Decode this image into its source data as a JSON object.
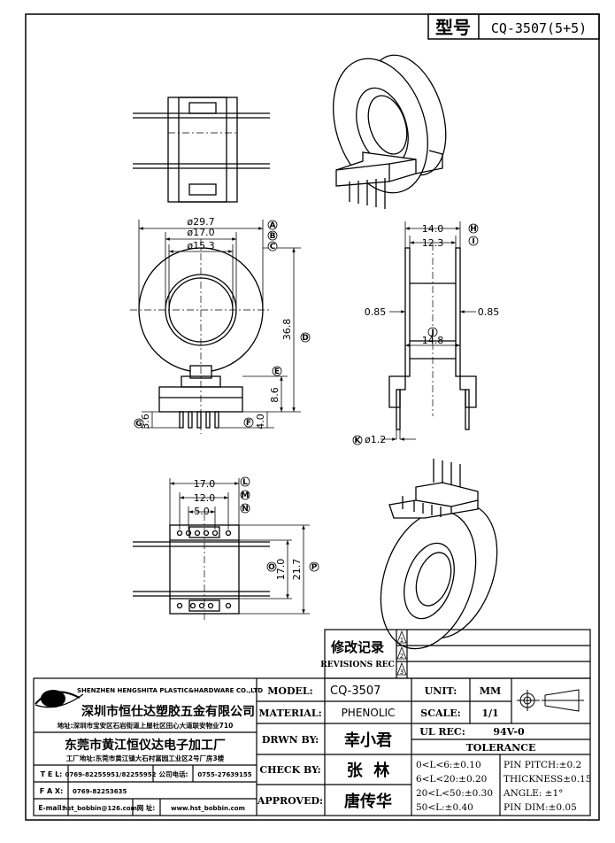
{
  "title_block": {
    "type_label": "型号",
    "type_value": "CQ-3507(5+5)"
  },
  "revisions": {
    "title_cn": "修改记录",
    "title_en": "REVISIONS REC",
    "marks": [
      "1",
      "2",
      "3"
    ]
  },
  "company1": {
    "name_en": "SHENZHEN HENGSHITA PLASTIC&HARDWARE CO.,LTD",
    "name_cn": "深圳市恒仕达塑胶五金有限公司",
    "address": "地址:深圳市宝安区石岩街道上屋社区田心大道联安物业710"
  },
  "company2": {
    "name_cn": "东莞市黄江恒仪达电子加工厂",
    "address": "工厂地址:东莞市黄江镇大石村富园工业区2号厂房3楼"
  },
  "contacts": {
    "tel_label": "T E L:",
    "tel_value": "0769-82255951/82255952",
    "company_phone_label": "公司电话:",
    "company_phone_value": "0755-27639155",
    "fax_label": "F A X:",
    "fax_value": "0769-82253635",
    "email_label": "E-mail:",
    "email_value": "hst_bobbin@126.com",
    "web_label": "网 址:",
    "web_value": "www.hst_bobbin.com"
  },
  "fields": {
    "model_label": "MODEL:",
    "model_value": "CQ-3507",
    "material_label": "MATERIAL:",
    "material_value": "PHENOLIC",
    "drawn_label": "DRWN BY:",
    "drawn_value": "幸小君",
    "check_label": "CHECK BY:",
    "check_value": "张  林",
    "approved_label": "APPROVED:",
    "approved_value": "唐传华",
    "unit_label": "UNIT:",
    "unit_value": "MM",
    "scale_label": "SCALE:",
    "scale_value": "1/1",
    "ul_label": "UL REC:",
    "ul_value": "94V-0",
    "tolerance_label": "TOLERANCE",
    "tol_1": "0<L<6:±0.10",
    "tol_2": "6<L<20:±0.20",
    "tol_3": "20<L<50:±0.30",
    "tol_4": "50<L:±0.40",
    "tol_pin_pitch": "PIN PITCH:±0.2",
    "tol_thickness": "THICKNESS±0.15",
    "tol_angle": "ANGLE: ±1°",
    "tol_pin_dim": "PIN DIM:±0.05"
  },
  "dimensions": {
    "a": "ø29.7",
    "b": "ø17.0",
    "c": "ø15.3",
    "d": "36.8",
    "e": "8.6",
    "f": "4.0",
    "g": "3.6",
    "h": "14.0",
    "i": "12.3",
    "j": "14.8",
    "k": "ø1.2",
    "wall_left": "0.85",
    "wall_right": "0.85",
    "l": "17.0",
    "m": "12.0",
    "n": "5.0",
    "o": "17.0",
    "p": "21.7"
  },
  "balloons": {
    "a": "A",
    "b": "B",
    "c": "C",
    "d": "D",
    "e": "E",
    "f": "F",
    "g": "G",
    "h": "H",
    "i": "I",
    "j": "J",
    "k": "K",
    "l": "L",
    "m": "M",
    "n": "N",
    "o": "O",
    "p": "P"
  }
}
